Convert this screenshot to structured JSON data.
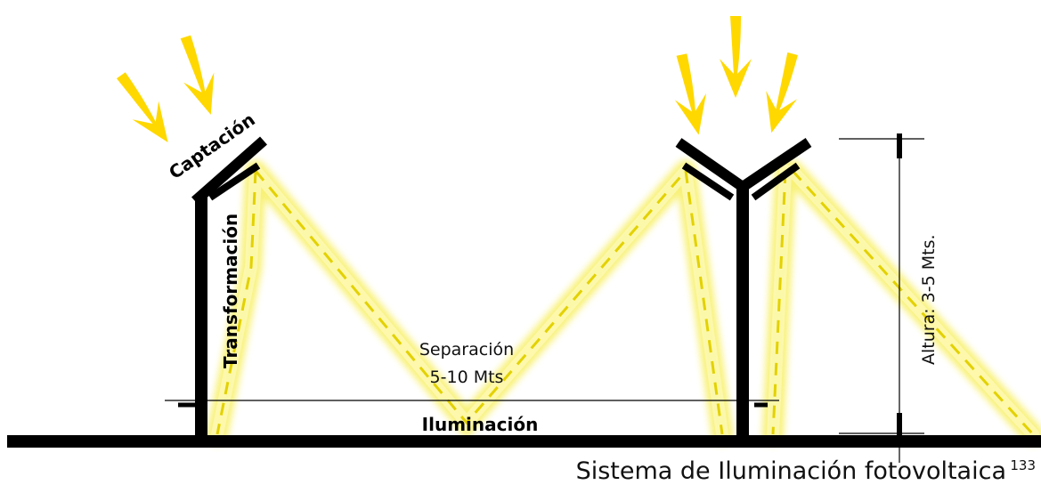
{
  "labels": {
    "captacion": "Captación",
    "transformacion": "Transformación",
    "iluminacion": "Iluminación",
    "separacion_line1": "Separación",
    "separacion_line2": "5-10 Mts",
    "altura": "Altura: 3-5 Mts.",
    "caption": "Sistema de Iluminación fotovoltaica",
    "footnote": "133"
  },
  "colors": {
    "ink": "#000000",
    "light_glow": "#f5ee5a",
    "light_dash": "#e8d800",
    "sun_arrow": "#ffd900"
  },
  "icons": {
    "sun_arrow": "sun-ray-arrow-icon"
  }
}
